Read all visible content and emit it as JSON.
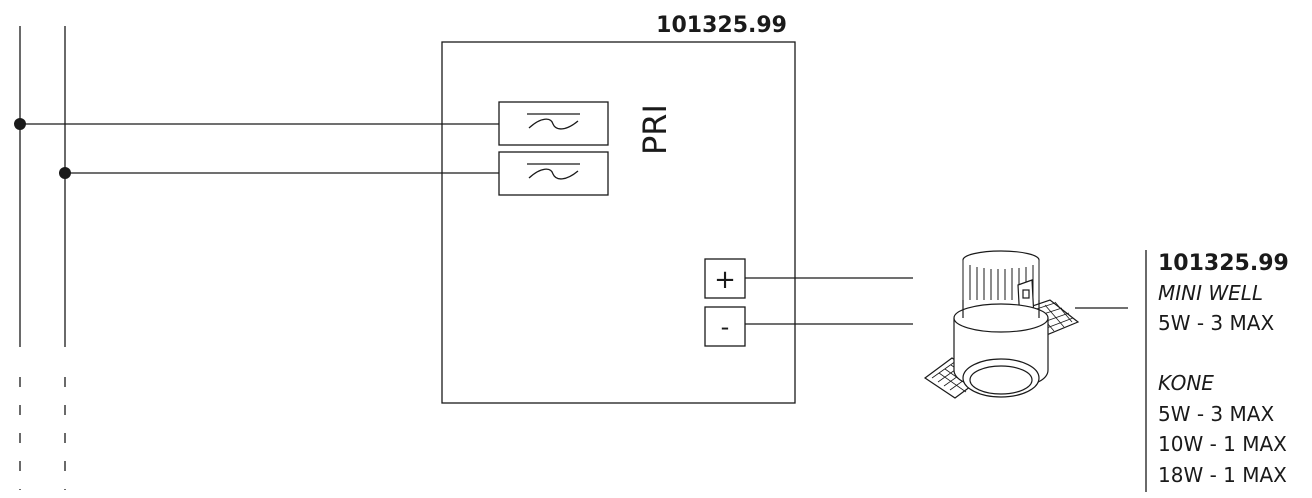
{
  "driver": {
    "model": "101325.99",
    "primary_label": "PRI",
    "plus_symbol": "+",
    "minus_symbol": "-",
    "input_symbol": "ac-sine"
  },
  "fixture": {
    "model": "101325.99",
    "groups": [
      {
        "name": "MINI WELL",
        "ratings": [
          "5W - 3 MAX"
        ]
      },
      {
        "name": "KONE",
        "ratings": [
          "5W - 3 MAX",
          "10W - 1 MAX",
          "18W - 1 MAX"
        ]
      }
    ]
  },
  "colors": {
    "line": "#1a1a1a",
    "text": "#1a1a1a",
    "background": "#ffffff"
  }
}
